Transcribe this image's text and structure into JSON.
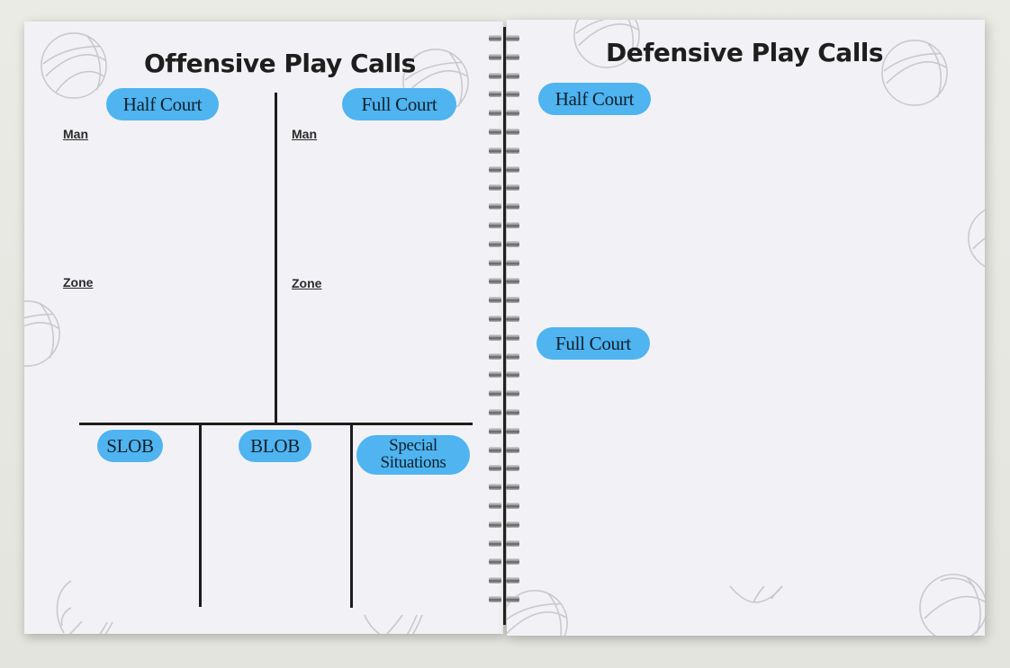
{
  "colors": {
    "pill_fill": "#4fb4f0",
    "pill_text": "#10202c",
    "page": "#f2f2f6",
    "background": "#e8e8e3",
    "lines": "#1c1c1c",
    "decor_ball": "#c8c8cc"
  },
  "offense": {
    "title": "Offensive Play Calls",
    "half_court": {
      "pill": "Half Court",
      "man_label": "Man",
      "zone_label": "Zone"
    },
    "full_court": {
      "pill": "Full Court",
      "man_label": "Man",
      "zone_label": "Zone"
    },
    "bottom_sections": {
      "slob": "SLOB",
      "blob": "BLOB",
      "special_line1": "Special",
      "special_line2": "Situations"
    }
  },
  "defense": {
    "title": "Defensive Play Calls",
    "half_court": {
      "pill": "Half Court"
    },
    "full_court": {
      "pill": "Full Court"
    }
  },
  "decorations": {
    "icon": "basketball-outline-icon",
    "spiral_coils": 31
  }
}
